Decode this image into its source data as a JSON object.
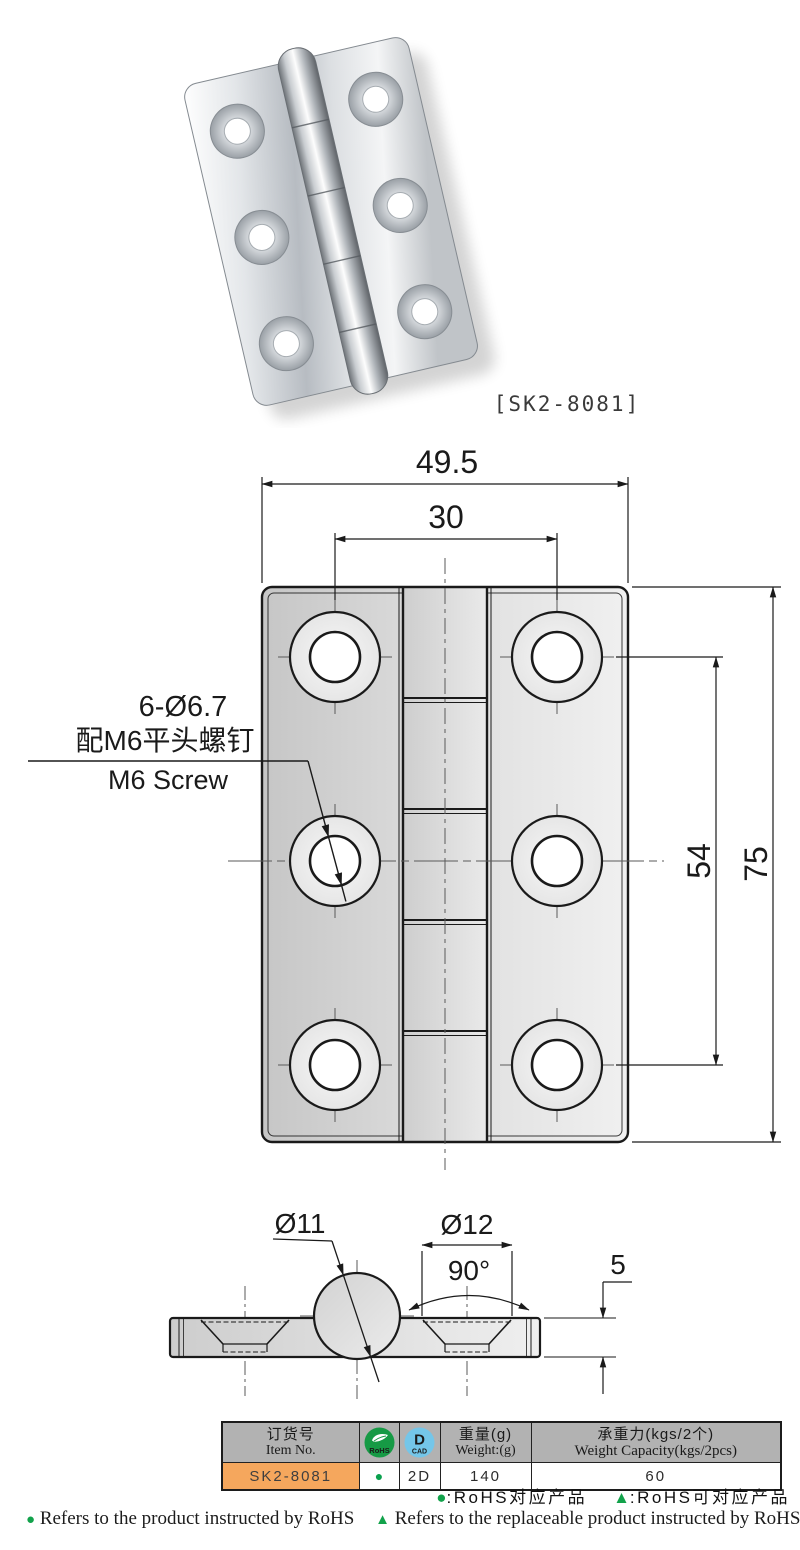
{
  "product": {
    "code_label": "[SK2-8081]"
  },
  "front_view": {
    "dim_overall_width": "49.5",
    "dim_hole_spacing_width": "30",
    "dim_hole_spacing_height": "54",
    "dim_overall_height": "75",
    "callout_holes": "6-Ø6.7",
    "callout_screw_cn": "配M6平头螺钉",
    "callout_screw_en": "M6 Screw"
  },
  "section_view": {
    "dim_knuckle_dia": "Ø11",
    "dim_countersink_dia": "Ø12",
    "dim_countersink_angle": "90°",
    "dim_thickness": "5"
  },
  "spec_table": {
    "headers": {
      "item_no_cn": "订货号",
      "item_no_en": "Item No.",
      "rohs_label": "RoHS",
      "cad_letter": "D",
      "cad_label": "CAD",
      "weight_cn": "重量(g)",
      "weight_en": "Weight:(g)",
      "capacity_cn": "承重力(kgs/2个)",
      "capacity_en": "Weight Capacity(kgs/2pcs)"
    },
    "rows": [
      {
        "item_no": "SK2-8081",
        "rohs_mark": "●",
        "cad": "2D",
        "weight": "140",
        "capacity": "60"
      }
    ]
  },
  "legend": {
    "dot_symbol": "●",
    "dot_text": ":RoHS对应产品",
    "tri_symbol": "▲",
    "tri_text": ":RoHS可对应产品"
  },
  "footer": {
    "dot_symbol": "●",
    "dot_text": "Refers to the product instructed by RoHS",
    "tri_symbol": "▲",
    "tri_text": "Refers to the replaceable product instructed by RoHS"
  },
  "colors": {
    "rohs_green": "#169a45",
    "legend_green": "#12a24b",
    "cad_blue": "#74c6e9",
    "item_row_orange": "#f5a75d",
    "table_header_gray": "#b2b2b2"
  }
}
